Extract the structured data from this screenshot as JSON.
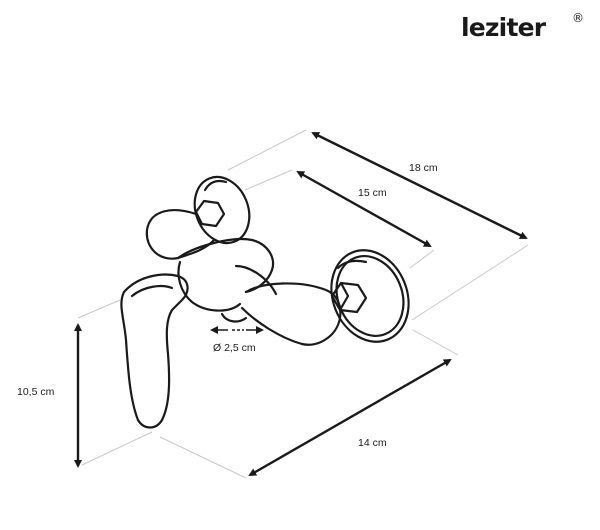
{
  "brand": {
    "name": "leziter",
    "registered": "®"
  },
  "dimensions": {
    "total_length": "18 cm",
    "center_distance": "15 cm",
    "height": "10,5 cm",
    "depth": "14 cm",
    "outlet_diameter": "Ø 2,5 cm"
  },
  "colors": {
    "line": "#1a1a1a",
    "guide": "#c8c8c8",
    "background": "#ffffff"
  }
}
